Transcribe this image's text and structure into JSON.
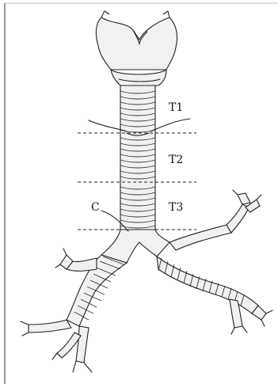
{
  "figure": {
    "labels": {
      "t1": "T1",
      "t2": "T2",
      "t3": "T3",
      "carina_marker": "C"
    }
  }
}
